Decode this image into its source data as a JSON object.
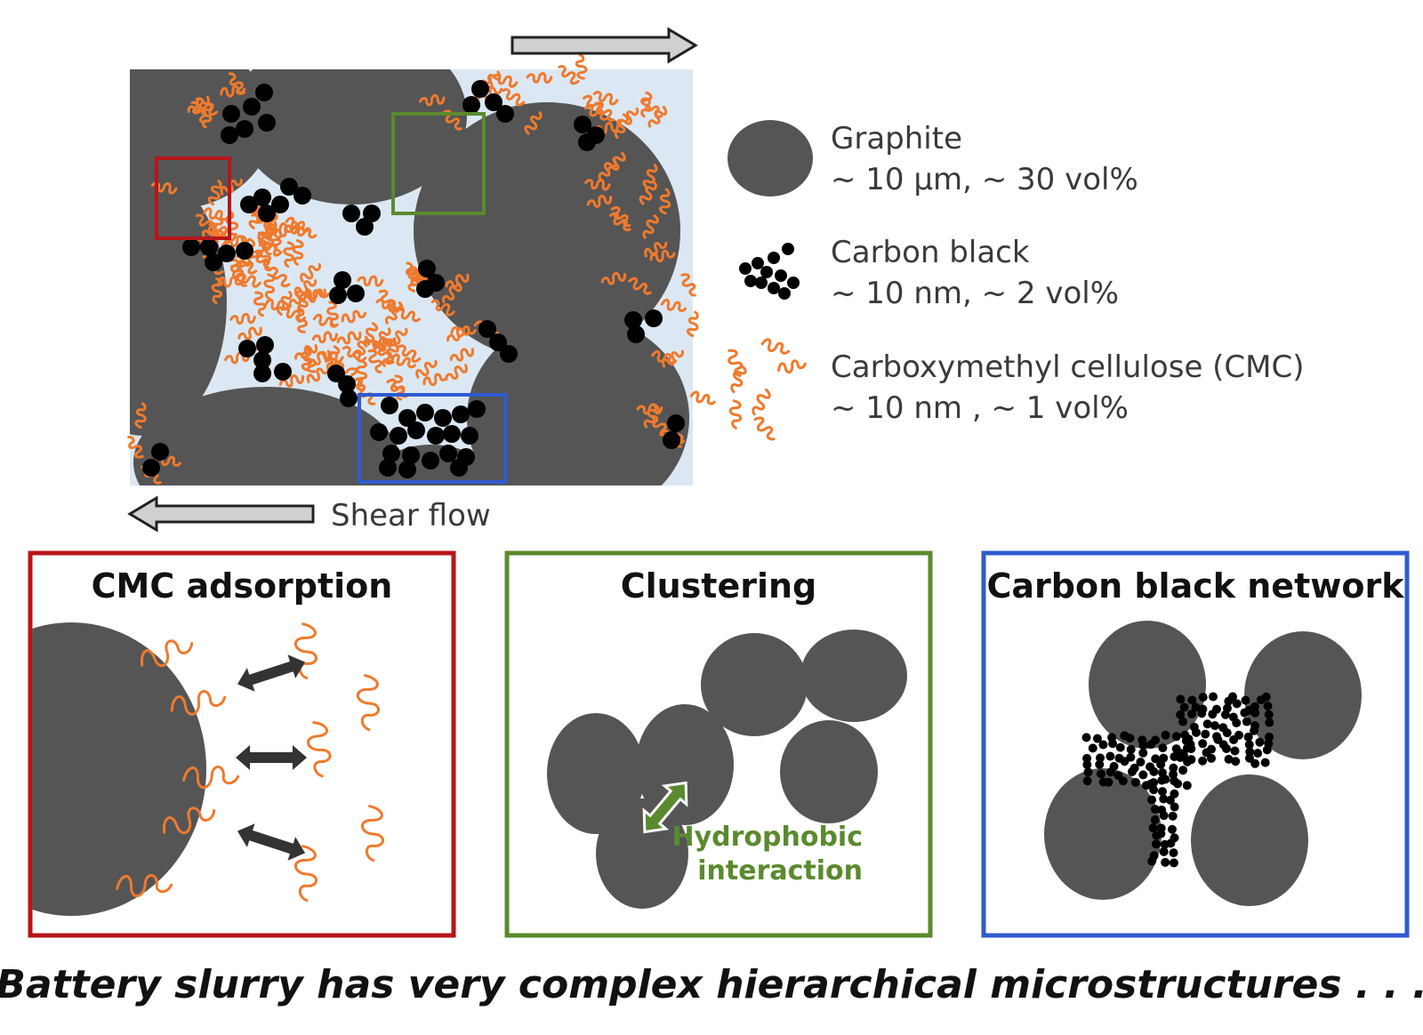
{
  "legend": {
    "graphite_title": "Graphite",
    "graphite_sub": "~ 10 µm, ~ 30 vol%",
    "carbon_title": "Carbon black",
    "carbon_sub": "~ 10 nm, ~ 2 vol%",
    "cmc_title": "Carboxymethyl cellulose (CMC)",
    "cmc_sub": "~ 10 nm , ~ 1 vol%"
  },
  "shear_label": "Shear flow",
  "panels": [
    {
      "title": "CMC adsorption",
      "color": "#b7151b"
    },
    {
      "title": "Clustering",
      "color": "#5a8a2e"
    },
    {
      "title": "Carbon black network",
      "color": "#2f5bd1"
    }
  ],
  "hydrophobic_line1": "Hydrophobic",
  "hydrophobic_line2": "interaction",
  "caption": "Battery slurry has very complex hierarchical microstructures . . .",
  "colors": {
    "graphite": "#555555",
    "carbon": "#000000",
    "cmc": "#ef7a2d",
    "liquid": "#dbe8f3",
    "arrow_fill": "#d0d0d0"
  }
}
